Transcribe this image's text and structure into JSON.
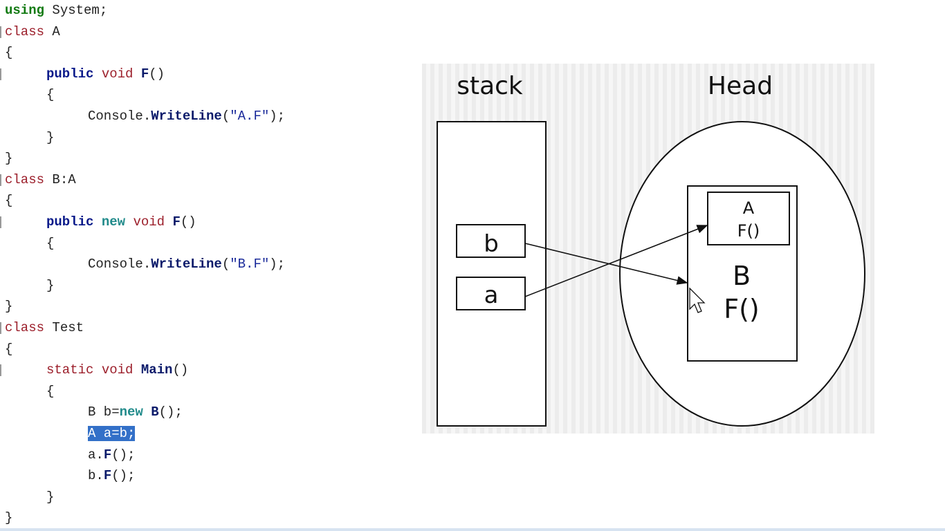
{
  "code": {
    "lines": [
      {
        "indent": 0,
        "tokens": [
          {
            "t": "using",
            "c": "kw-green"
          },
          {
            "t": " System;"
          }
        ]
      },
      {
        "indent": 0,
        "tokens": [
          {
            "t": "class",
            "c": "kw-red"
          },
          {
            "t": " A"
          }
        ]
      },
      {
        "indent": 0,
        "tokens": [
          {
            "t": "{"
          }
        ]
      },
      {
        "indent": 4,
        "tokens": [
          {
            "t": "public",
            "c": "kw-blue"
          },
          {
            "t": " "
          },
          {
            "t": "void",
            "c": "kw-red"
          },
          {
            "t": " "
          },
          {
            "t": "F",
            "c": "method"
          },
          {
            "t": "()"
          }
        ]
      },
      {
        "indent": 4,
        "tokens": [
          {
            "t": "{"
          }
        ]
      },
      {
        "indent": 8,
        "tokens": [
          {
            "t": "Console."
          },
          {
            "t": "WriteLine",
            "c": "method"
          },
          {
            "t": "("
          },
          {
            "t": "\"A.F\"",
            "c": "str"
          },
          {
            "t": ");"
          }
        ]
      },
      {
        "indent": 4,
        "tokens": [
          {
            "t": "}"
          }
        ]
      },
      {
        "indent": 0,
        "tokens": [
          {
            "t": "}"
          }
        ]
      },
      {
        "indent": 0,
        "tokens": [
          {
            "t": "class",
            "c": "kw-red"
          },
          {
            "t": " B:A"
          }
        ]
      },
      {
        "indent": 0,
        "tokens": [
          {
            "t": "{"
          }
        ]
      },
      {
        "indent": 4,
        "tokens": [
          {
            "t": "public",
            "c": "kw-blue"
          },
          {
            "t": " "
          },
          {
            "t": "new",
            "c": "kw-teal"
          },
          {
            "t": " "
          },
          {
            "t": "void",
            "c": "kw-red"
          },
          {
            "t": " "
          },
          {
            "t": "F",
            "c": "method"
          },
          {
            "t": "()"
          }
        ]
      },
      {
        "indent": 4,
        "tokens": [
          {
            "t": "{"
          }
        ]
      },
      {
        "indent": 8,
        "tokens": [
          {
            "t": "Console."
          },
          {
            "t": "WriteLine",
            "c": "method"
          },
          {
            "t": "("
          },
          {
            "t": "\"B.F\"",
            "c": "str"
          },
          {
            "t": ");"
          }
        ]
      },
      {
        "indent": 4,
        "tokens": [
          {
            "t": "}"
          }
        ]
      },
      {
        "indent": 0,
        "tokens": [
          {
            "t": "}"
          }
        ]
      },
      {
        "indent": 0,
        "tokens": [
          {
            "t": "class",
            "c": "kw-red"
          },
          {
            "t": " Test"
          }
        ]
      },
      {
        "indent": 0,
        "tokens": [
          {
            "t": "{"
          }
        ]
      },
      {
        "indent": 4,
        "tokens": [
          {
            "t": "static",
            "c": "kw-red"
          },
          {
            "t": " "
          },
          {
            "t": "void",
            "c": "kw-red"
          },
          {
            "t": " "
          },
          {
            "t": "Main",
            "c": "method"
          },
          {
            "t": "()"
          }
        ]
      },
      {
        "indent": 4,
        "tokens": [
          {
            "t": "{"
          }
        ]
      },
      {
        "indent": 8,
        "tokens": [
          {
            "t": "B b="
          },
          {
            "t": "new",
            "c": "kw-teal"
          },
          {
            "t": " "
          },
          {
            "t": "B",
            "c": "method"
          },
          {
            "t": "();"
          }
        ]
      },
      {
        "indent": 8,
        "selected": true,
        "tokens": [
          {
            "t": "A a=b;"
          }
        ]
      },
      {
        "indent": 8,
        "tokens": [
          {
            "t": "a."
          },
          {
            "t": "F",
            "c": "method"
          },
          {
            "t": "();"
          }
        ]
      },
      {
        "indent": 8,
        "tokens": [
          {
            "t": "b."
          },
          {
            "t": "F",
            "c": "method"
          },
          {
            "t": "();"
          }
        ]
      },
      {
        "indent": 4,
        "tokens": [
          {
            "t": "}"
          }
        ]
      },
      {
        "indent": 0,
        "tokens": [
          {
            "t": "}"
          }
        ]
      }
    ]
  },
  "diagram": {
    "stack_title": "stack",
    "heap_title": "Head",
    "stack_vars": [
      "b",
      "a"
    ],
    "object_outer_lines": [
      "B",
      "F()"
    ],
    "object_inner_lines": [
      "A",
      "F()"
    ]
  }
}
